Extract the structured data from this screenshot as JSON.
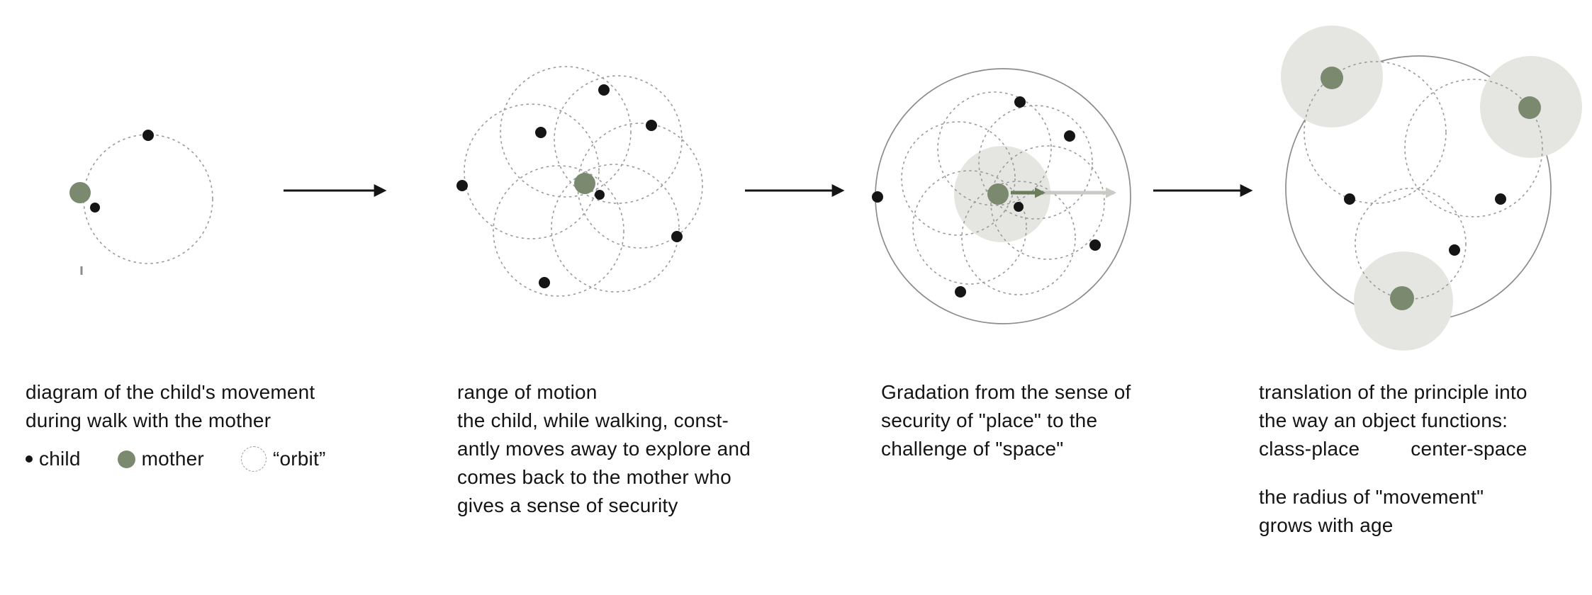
{
  "colors": {
    "background": "#ffffff",
    "text": "#141414",
    "mother": "#7b8a6e",
    "child": "#151515",
    "orbit_stroke": "#9b9b9b",
    "outer_stroke": "#8c8c8c",
    "zone": "#e5e5e2",
    "arrow": "#151515",
    "place_arrow": "#6c7d5d",
    "space_arrow": "#c9c9c5"
  },
  "panels": [
    {
      "caption_lines": [
        "diagram of the child's movement",
        "during walk with the mother"
      ],
      "legend": [
        {
          "icon": "child-dot-icon",
          "label": "child"
        },
        {
          "icon": "mother-dot-icon",
          "label": "mother"
        },
        {
          "icon": "orbit-circle-icon",
          "label": "“orbit”"
        }
      ]
    },
    {
      "caption_lines": [
        "range of motion",
        "the child, while walking, const-",
        "antly moves away to explore and",
        "comes back to the mother who",
        "gives a sense of security"
      ]
    },
    {
      "caption_lines": [
        "Gradation from the sense of",
        "security of \"place\" to the",
        "challenge of \"space\""
      ]
    },
    {
      "caption_lines": [
        "translation of the principle into",
        "the way an object functions:"
      ],
      "pair": {
        "left": "class-place",
        "right": "center-space"
      },
      "caption_lines_2": [
        "the radius of \"movement\"",
        "grows with age"
      ]
    }
  ]
}
